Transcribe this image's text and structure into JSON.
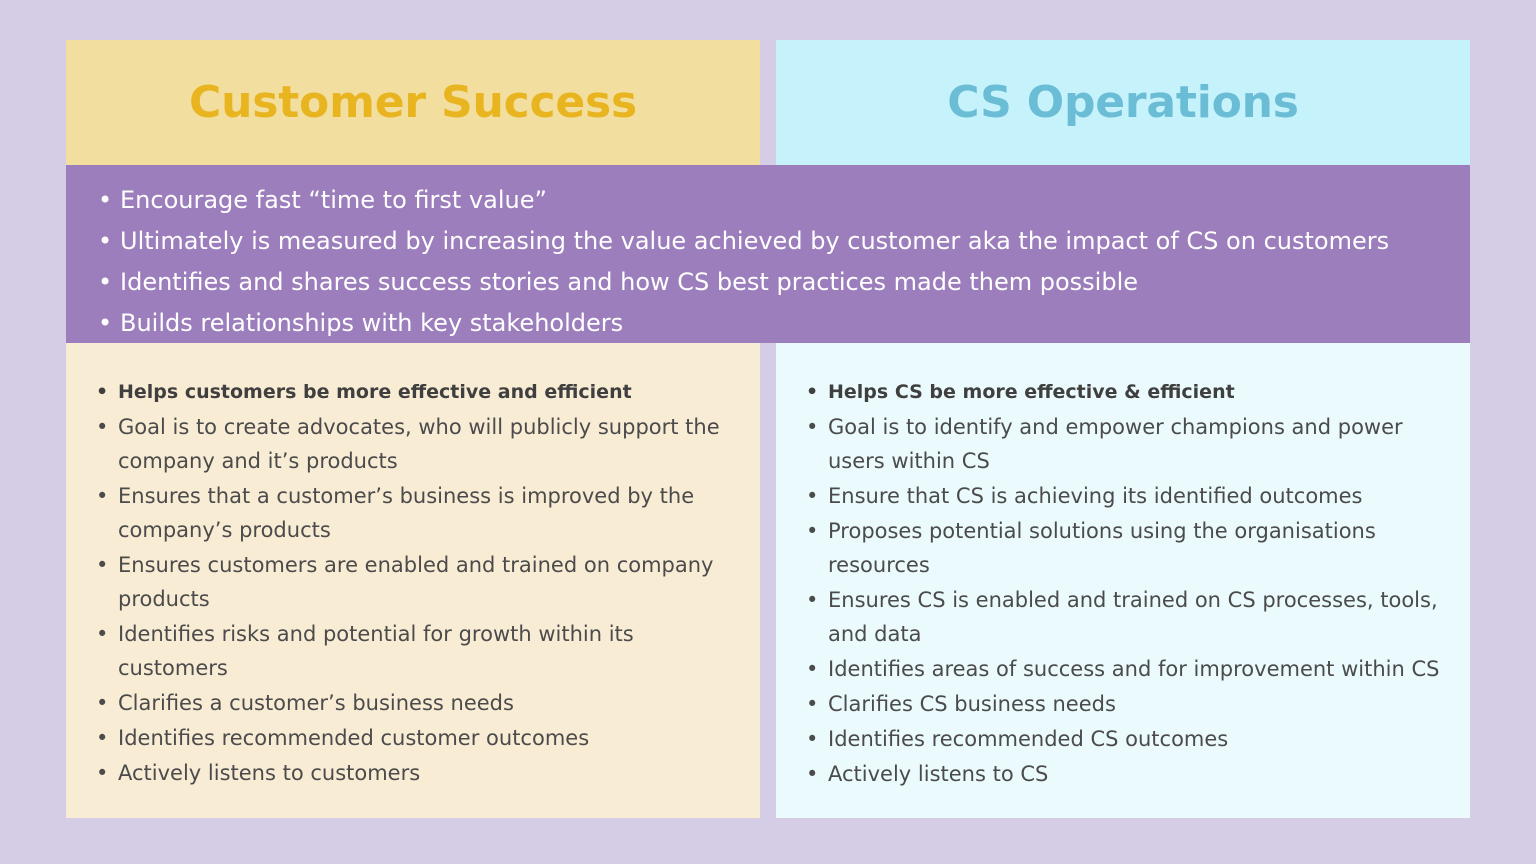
{
  "colors": {
    "page_background": "#d5cce6",
    "left_header_bg": "#f2dfa0",
    "left_header_text": "#e8b520",
    "left_body_bg": "#f9ecd5",
    "right_header_bg": "#c6f2fc",
    "right_header_text": "#6bbdd6",
    "right_body_bg": "#eafafd",
    "shared_band_bg": "#9c7ebc",
    "shared_band_text": "#ffffff",
    "body_text": "#4b4b4b"
  },
  "columns": {
    "left": {
      "title": "Customer Success",
      "items": [
        "Helps customers be more effective and efficient",
        "Goal is to create advocates, who will publicly support the company and it’s products",
        "Ensures that a customer’s business is improved by the company’s products",
        "Ensures customers are enabled and trained on company products",
        "Identifies risks and potential for growth within its customers",
        "Clarifies a customer’s business needs",
        "Identifies recommended customer outcomes",
        "Actively listens to customers"
      ]
    },
    "right": {
      "title": "CS Operations",
      "items": [
        "Helps CS be more effective & efficient",
        "Goal is to identify and empower champions and power users within CS",
        "Ensure that CS is achieving its identified outcomes",
        "Proposes potential solutions using the organisations resources",
        "Ensures CS is enabled and trained on CS processes, tools, and data",
        "Identifies areas of success and for improvement within CS",
        "Clarifies CS business needs",
        "Identifies recommended CS outcomes",
        "Actively listens to CS"
      ]
    }
  },
  "shared_band": {
    "items": [
      "Encourage fast “time to first value”",
      "Ultimately is measured by increasing the value achieved by customer aka the impact of CS on customers",
      "Identifies and shares success stories and how CS best practices made them possible",
      "Builds relationships with key stakeholders"
    ]
  }
}
